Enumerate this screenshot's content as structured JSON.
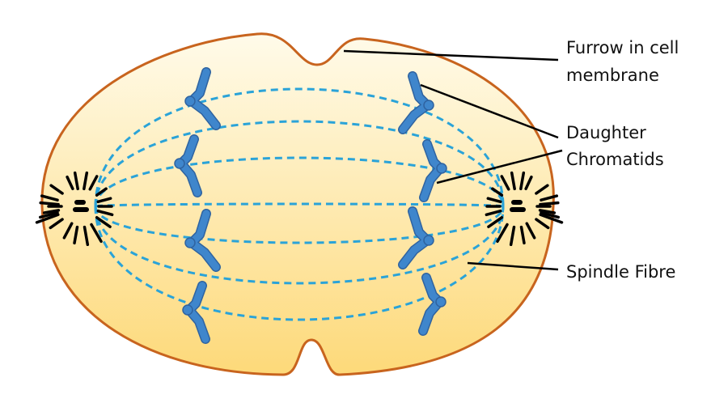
{
  "labels": {
    "furrow": {
      "line1": "Furrow in cell",
      "line2": "membrane"
    },
    "chromatids": {
      "line1": "Daughter",
      "line2": "Chromatids"
    },
    "spindle": "Spindle Fibre"
  },
  "colors": {
    "membrane": "#c8641e",
    "cytoplasm_top": "#fffbea",
    "cytoplasm_bottom": "#fdd979",
    "spindle_fibre": "#2aa3d8",
    "chromatid": "#3f86cc",
    "centrosome": "#000000"
  }
}
